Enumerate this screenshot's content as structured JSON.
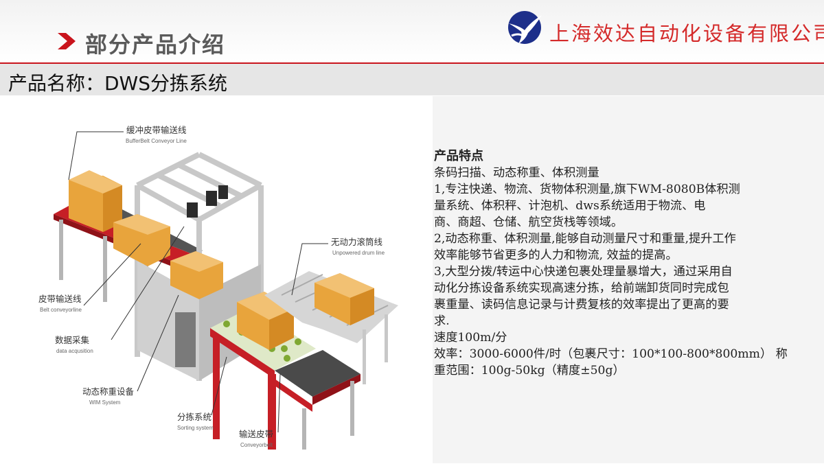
{
  "header": {
    "section_title": "部分产品介绍",
    "company_name": "上海效达自动化设备有限公司",
    "logo_icon": "swallow-logo-icon",
    "chevron_icon": "chevron-right-icon",
    "accent_color": "#c9141c"
  },
  "product": {
    "title": "产品名称：DWS分拣系统"
  },
  "diagram": {
    "labels": {
      "buffer_cn": "缓冲皮带输送线",
      "buffer_en": "BufferBelt Conveyor Line",
      "drum_cn": "无动力滚筒线",
      "drum_en": "Unpowered drum line",
      "belt_cn": "皮带输送线",
      "belt_en": "Belt conveyorline",
      "data_cn": "数据采集",
      "data_en": "data acqusition",
      "wim_cn": "动态称重设备",
      "wim_en": "WIM System",
      "sort_cn": "分拣系统",
      "sort_en": "Sorting system",
      "conv_cn": "输送皮带",
      "conv_en": "Conveyorbelt"
    }
  },
  "features": {
    "heading": "产品特点",
    "lines": [
      "条码扫描、动态称重、体积测量",
      " 1,专注快递、物流、货物体积测量,旗下WM-8080B体积测",
      "量系统、体积秤、计泡机、dws系统适用于物流、电",
      "商、商超、仓储、航空货栈等领域。",
      " 2,动态称重、体积测量,能够自动测量尺寸和重量,提升工作",
      "效率能够节省更多的人力和物流, 效益的提高。",
      " 3,大型分拨/转运中心快递包裹处理量暴增大，通过采用自",
      "动化分拣设备系统实现高速分拣，给前端卸货同时完成包",
      "裹重量、读码信息记录与计费复核的效率提出了更高的要",
      "求.",
      "  速度100m/分",
      "  效率：3000-6000件/时（包裹尺寸：100*100-800*800mm） 称",
      "  重范围：100g-50kg（精度±50g）"
    ]
  }
}
